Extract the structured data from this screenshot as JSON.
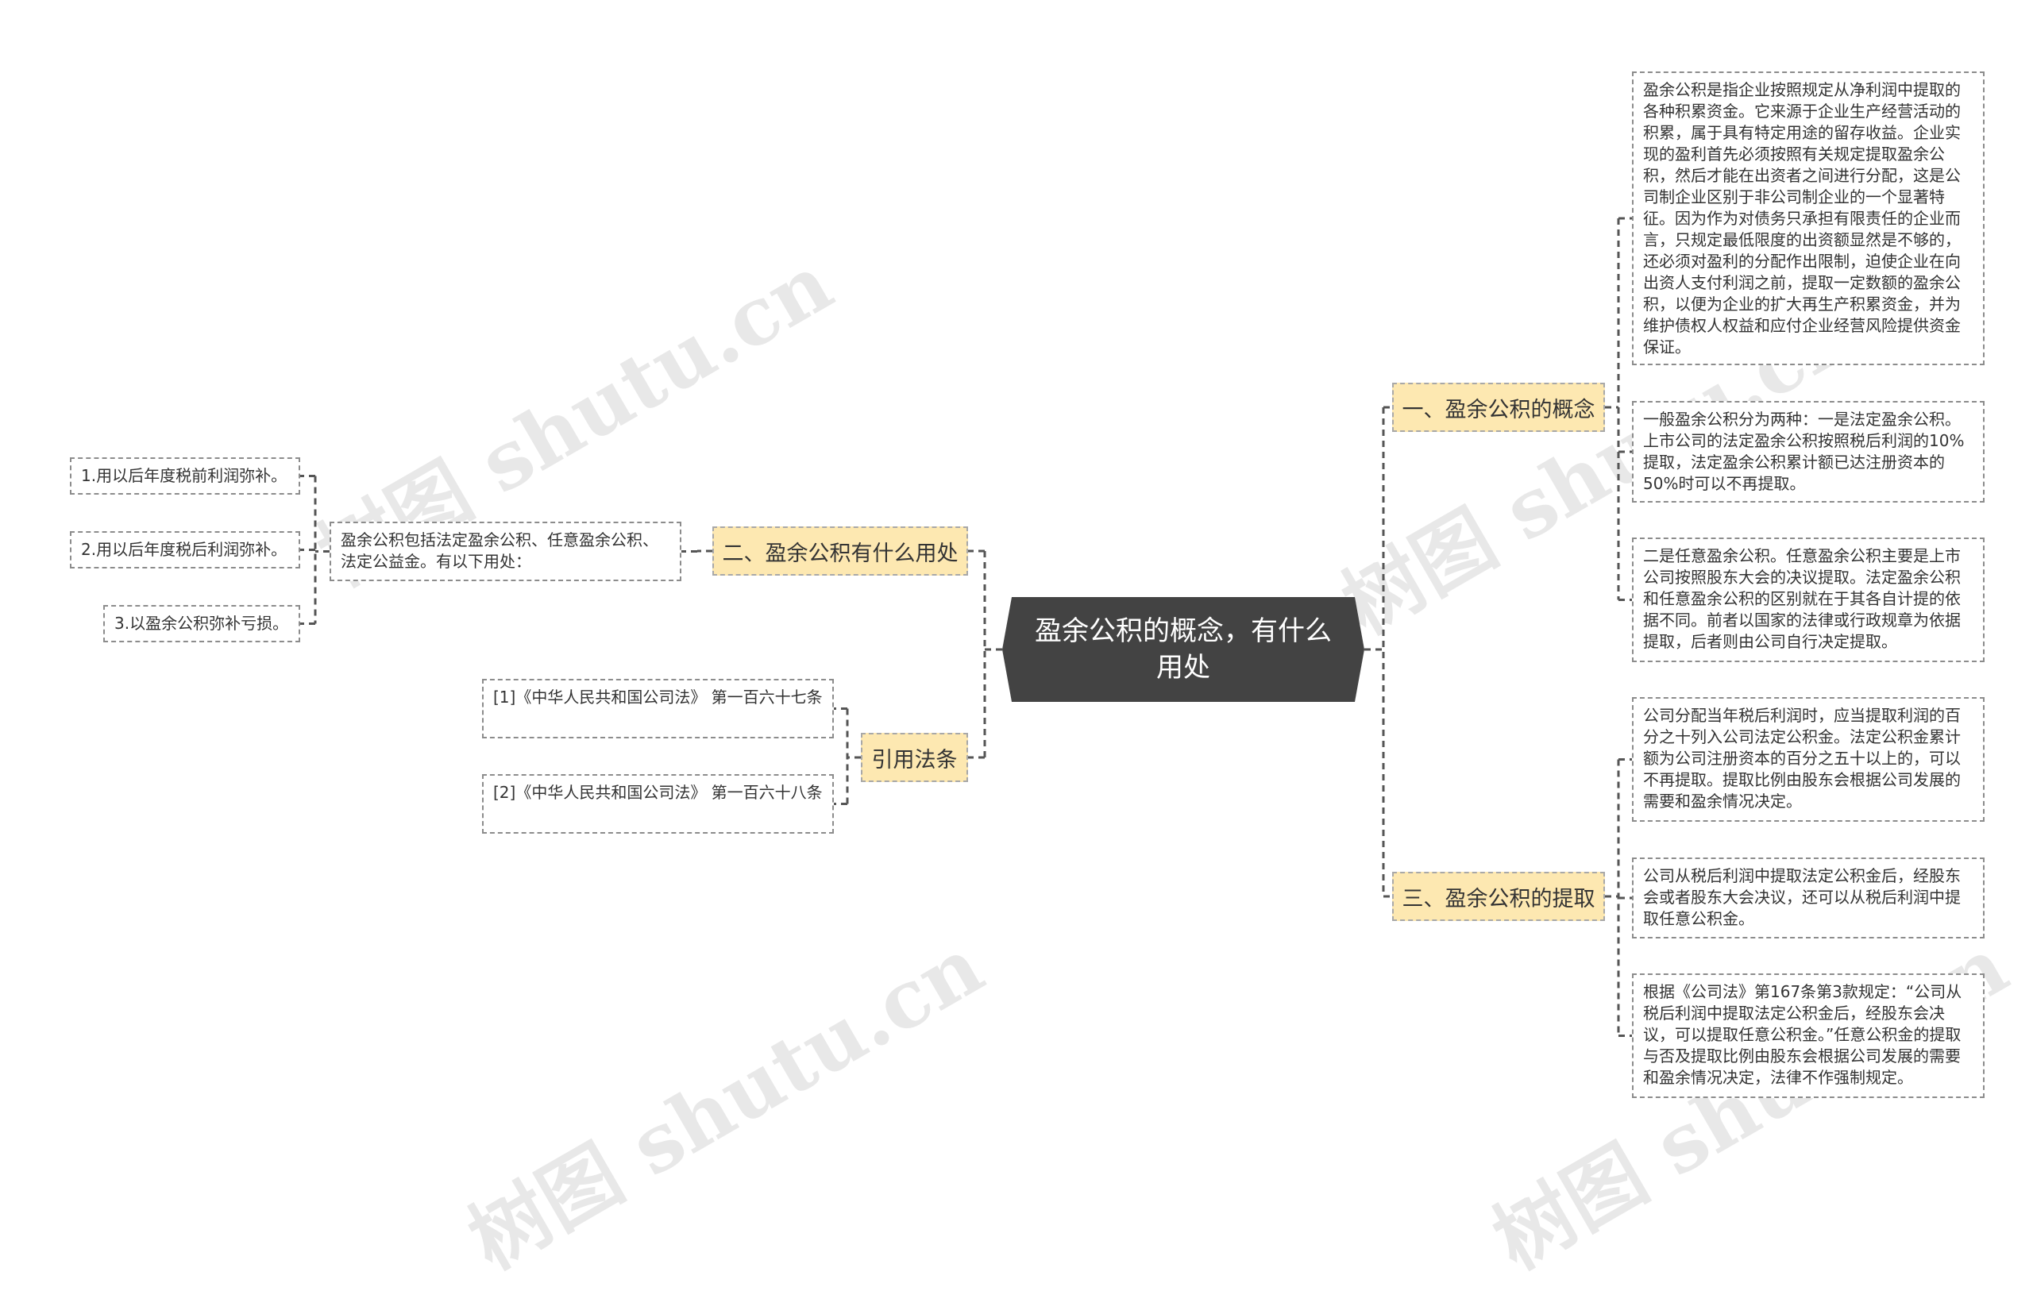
{
  "center": {
    "title": "盈余公积的概念，有什么用处"
  },
  "branches": {
    "concept": {
      "label": "一、盈余公积的概念",
      "items": [
        "盈余公积是指企业按照规定从净利润中提取的各种积累资金。它来源于企业生产经营活动的积累，属于具有特定用途的留存收益。企业实现的盈利首先必须按照有关规定提取盈余公积，然后才能在出资者之间进行分配，这是公司制企业区别于非公司制企业的一个显著特征。因为作为对债务只承担有限责任的企业而言，只规定最低限度的出资额显然是不够的，还必须对盈利的分配作出限制，迫使企业在向出资人支付利润之前，提取一定数额的盈余公积，以便为企业的扩大再生产积累资金，并为维护债权人权益和应付企业经营风险提供资金保证。",
        "一般盈余公积分为两种：一是法定盈余公积。上市公司的法定盈余公积按照税后利润的10%提取，法定盈余公积累计额已达注册资本的50%时可以不再提取。",
        "二是任意盈余公积。任意盈余公积主要是上市公司按照股东大会的决议提取。法定盈余公积和任意盈余公积的区别就在于其各自计提的依据不同。前者以国家的法律或行政规章为依据提取，后者则由公司自行决定提取。"
      ]
    },
    "extract": {
      "label": "三、盈余公积的提取",
      "items": [
        "公司分配当年税后利润时，应当提取利润的百分之十列入公司法定公积金。法定公积金累计额为公司注册资本的百分之五十以上的，可以不再提取。提取比例由股东会根据公司发展的需要和盈余情况决定。",
        "公司从税后利润中提取法定公积金后，经股东会或者股东大会决议，还可以从税后利润中提取任意公积金。",
        "根据《公司法》第167条第3款规定：“公司从税后利润中提取法定公积金后，经股东会决议，可以提取任意公积金。”任意公积金的提取与否及提取比例由股东会根据公司发展的需要和盈余情况决定，法律不作强制规定。"
      ]
    },
    "use": {
      "label": "二、盈余公积有什么用处",
      "summary": "盈余公积包括法定盈余公积、任意盈余公积、法定公益金。有以下用处：",
      "items": [
        "1.用以后年度税前利润弥补。",
        "2.用以后年度税后利润弥补。",
        "3.以盈余公积弥补亏损。"
      ]
    },
    "law": {
      "label": "引用法条",
      "items": [
        "[1]《中华人民共和国公司法》 第一百六十七条",
        "[2]《中华人民共和国公司法》 第一百六十八条"
      ]
    }
  },
  "watermark": "树图 shutu.cn",
  "colors": {
    "center_bg": "#434343",
    "branch_bg": "#fde8b1",
    "line": "#555555"
  }
}
